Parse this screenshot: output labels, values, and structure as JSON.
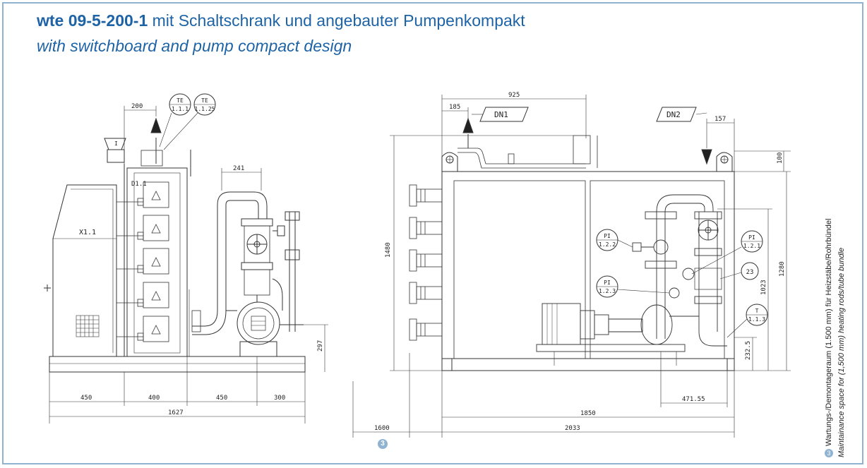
{
  "title": {
    "model": "wte 09-5-200-1",
    "german": "mit Schaltschrank und angebauter Pumpenkompakt",
    "english": "with switchboard and pump compact design"
  },
  "left_view": {
    "cabinet_label": "X1.1",
    "panel_label": "D1.1",
    "vent_label": "I",
    "tags": [
      {
        "top": "TE",
        "bottom": "1.1.1"
      },
      {
        "top": "TE",
        "bottom": "1.1.25"
      }
    ],
    "dims": {
      "top": "200",
      "pipe": "241",
      "height": "297",
      "seg1": "450",
      "seg2": "400",
      "seg3": "450",
      "seg4": "300",
      "total": "1627"
    }
  },
  "right_view": {
    "dn1": "DN1",
    "dn2": "DN2",
    "tags": [
      {
        "top": "PI",
        "bottom": "1.2.2"
      },
      {
        "top": "PI",
        "bottom": "1.2.1"
      },
      {
        "top": "PI",
        "bottom": "1.2.3"
      },
      {
        "top": "",
        "bottom": "23"
      },
      {
        "top": "T",
        "bottom": "1.1.3"
      }
    ],
    "dims": {
      "width_top": "925",
      "left_offset": "185",
      "right_offset": "157",
      "top_right": "100",
      "height_total": "1480",
      "height_right": "1280",
      "height_mid": "1023",
      "base": "232.5",
      "pump_offset": "471.55",
      "width_inner": "1850",
      "width_total": "2033",
      "maint": "1600"
    }
  },
  "note": {
    "number": "3",
    "german": "Wartungs-/Demontageraum (1.500 mm) für Heizstäbe/Rohrbündel",
    "english": "Maintainance space for (1,500 mm) heating rods/tube bundle"
  }
}
